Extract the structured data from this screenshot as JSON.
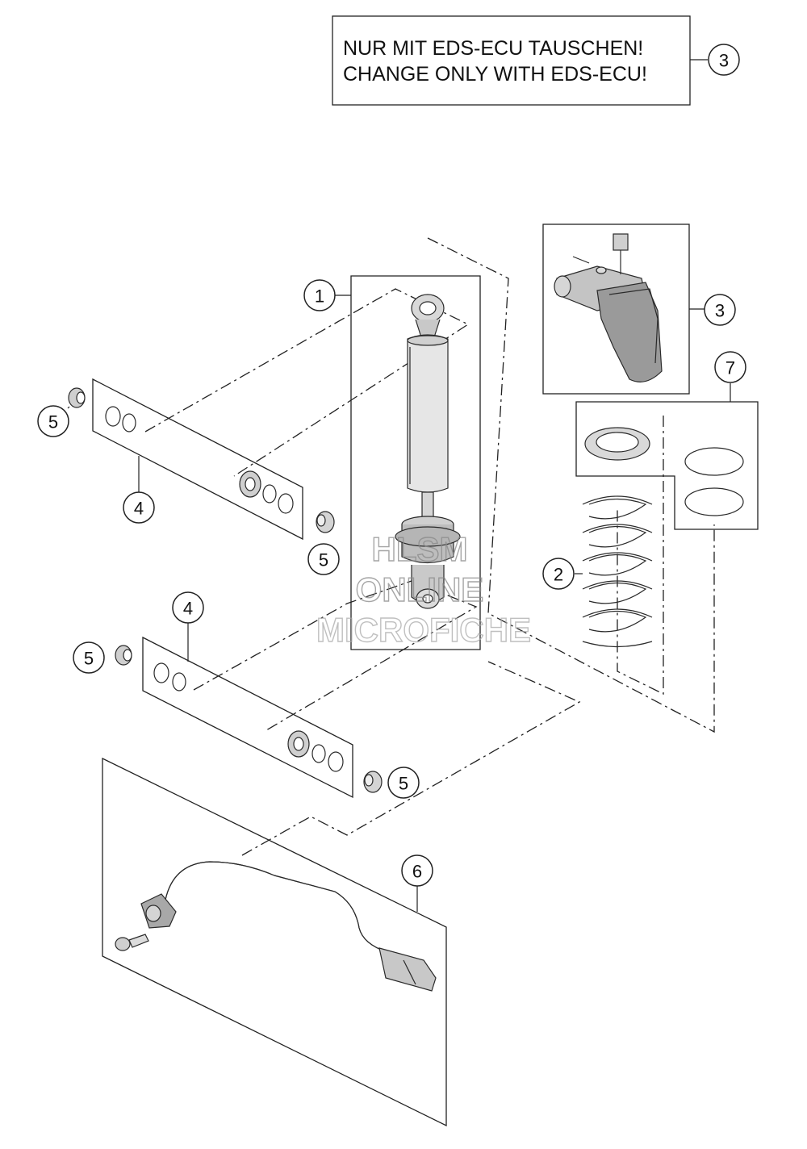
{
  "notice": {
    "line1": "NUR MIT EDS-ECU TAUSCHEN!",
    "line2": "CHANGE ONLY WITH EDS-ECU!",
    "callout": "3"
  },
  "callouts": {
    "shock_absorber": "1",
    "spring": "2",
    "eds_valve": "3",
    "bearing_kit_upper": "4",
    "bearing_kit_lower": "4",
    "bush_upper_left": "5",
    "bush_upper_right": "5",
    "bush_lower_left": "5",
    "bush_lower_right": "5",
    "wiring_harness": "6",
    "spring_retainer_kit": "7"
  },
  "watermark": {
    "line1": "HLSM",
    "line2": "ONLINE",
    "line3": "MICROFICHE"
  }
}
